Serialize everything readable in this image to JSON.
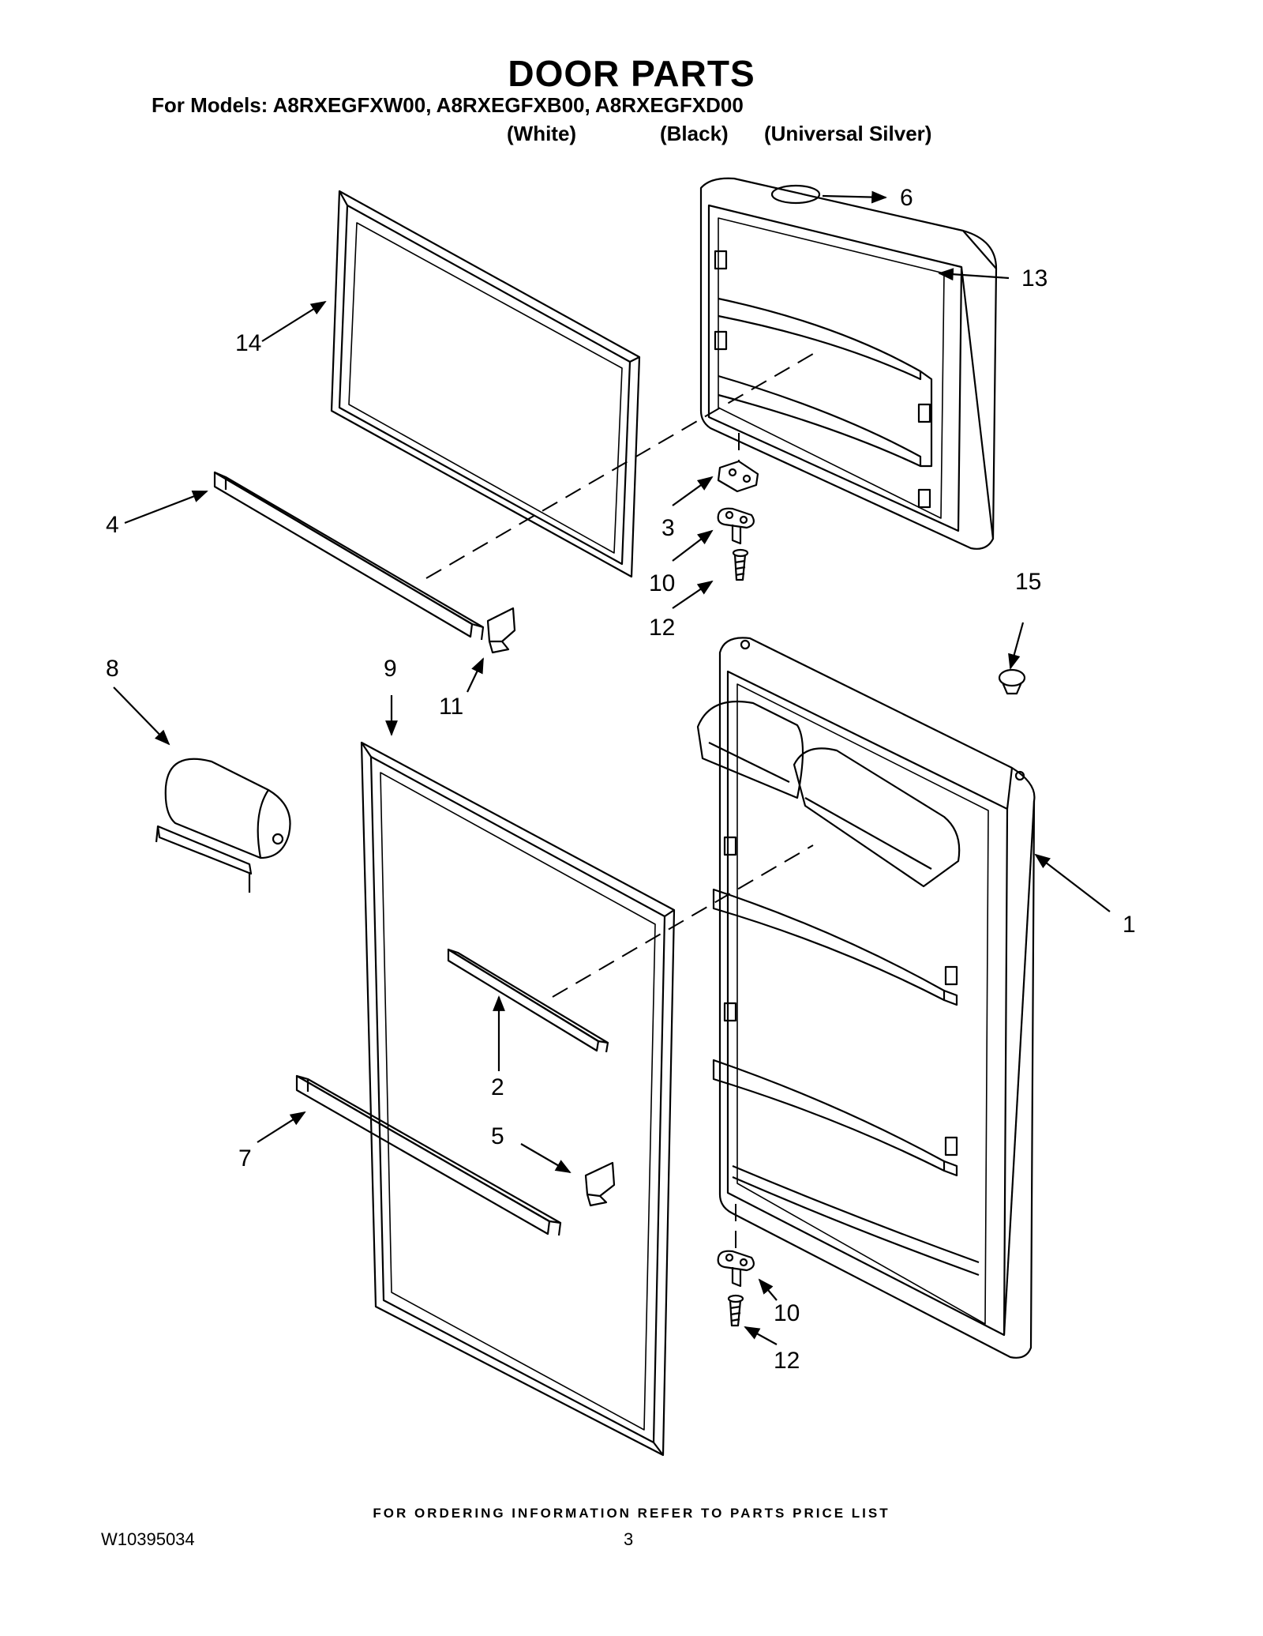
{
  "header": {
    "title": "DOOR PARTS",
    "models_line": "For Models: A8RXEGFXW00, A8RXEGFXB00, A8RXEGFXD00",
    "variants": [
      "(White)",
      "(Black)",
      "(Universal Silver)"
    ]
  },
  "callouts": [
    "1",
    "2",
    "3",
    "4",
    "5",
    "6",
    "7",
    "8",
    "9",
    "10",
    "10",
    "11",
    "12",
    "12",
    "13",
    "14",
    "15"
  ],
  "footer": {
    "note": "FOR ORDERING INFORMATION REFER TO PARTS PRICE LIST",
    "doc_number": "W10395034",
    "page_number": "3"
  }
}
